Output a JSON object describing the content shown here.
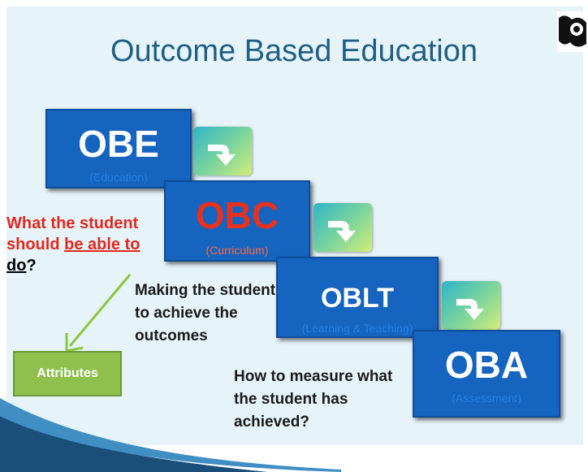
{
  "title": "Outcome Based Education",
  "boxes": {
    "obe": {
      "label": "OBE",
      "sub": "(Education)"
    },
    "obc": {
      "label": "OBC",
      "sub": "(Curriculum)"
    },
    "oblt": {
      "label": "OBLT",
      "sub": "(Learning & Teaching)"
    },
    "oba": {
      "label": "OBA",
      "sub": "(Assessment)"
    }
  },
  "question": {
    "line1": "What the student",
    "line2_a": "should ",
    "line2_b": "be able to",
    "line3_a": "do",
    "line3_b": "?"
  },
  "attributes_label": "Attributes",
  "notes": {
    "obc": [
      "Making the student",
      "to achieve the",
      "outcomes"
    ],
    "oba": [
      "How to measure what",
      "the student has",
      "achieved?"
    ]
  },
  "colors": {
    "box_blue": "#1464c0",
    "obc_red": "#e8301c",
    "title_blue": "#1f5f86",
    "attributes_green": "#8fc04e",
    "arrow_line": "#8cc63f"
  }
}
